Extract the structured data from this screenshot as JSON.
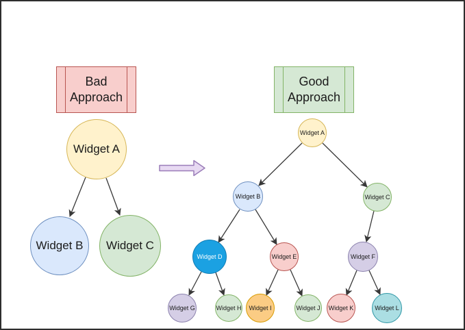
{
  "canvas": {
    "background": "#ffffff",
    "border_color": "#2e2e2e",
    "connector_color": "#383838"
  },
  "transform_arrow": {
    "direction": "right",
    "fill": "#e7d9f2",
    "stroke": "#9a7cb8"
  },
  "bad": {
    "title": "Bad Approach",
    "title_fill": "#f8cecc",
    "title_stroke": "#b85450",
    "nodes": {
      "a": {
        "label": "Widget A",
        "fill": "#fff2cc",
        "stroke": "#d6b656",
        "text": "#1a1a1a"
      },
      "b": {
        "label": "Widget B",
        "fill": "#dae8fc",
        "stroke": "#6c8ebf",
        "text": "#1a1a1a"
      },
      "c": {
        "label": "Widget C",
        "fill": "#d5e8d4",
        "stroke": "#82b366",
        "text": "#1a1a1a"
      }
    },
    "edges": [
      [
        "Widget A",
        "Widget B"
      ],
      [
        "Widget A",
        "Widget C"
      ]
    ]
  },
  "good": {
    "title": "Good Approach",
    "title_fill": "#d5e8d4",
    "title_stroke": "#82b366",
    "nodes": {
      "a": {
        "label": "Widget A",
        "fill": "#fff2cc",
        "stroke": "#d6b656",
        "text": "#1a1a1a"
      },
      "b": {
        "label": "Widget B",
        "fill": "#dae8fc",
        "stroke": "#6c8ebf",
        "text": "#1a1a1a"
      },
      "c": {
        "label": "Widget C",
        "fill": "#d5e8d4",
        "stroke": "#82b366",
        "text": "#1a1a1a"
      },
      "d": {
        "label": "Widget D",
        "fill": "#1ba1e2",
        "stroke": "#0f7cb4",
        "text": "#ffffff"
      },
      "e": {
        "label": "Widget E",
        "fill": "#f8cecc",
        "stroke": "#b85450",
        "text": "#1a1a1a"
      },
      "f": {
        "label": "Widget F",
        "fill": "#d5cee6",
        "stroke": "#8b81ad",
        "text": "#1a1a1a"
      },
      "g": {
        "label": "Widget G",
        "fill": "#d5cee6",
        "stroke": "#8b81ad",
        "text": "#1a1a1a"
      },
      "h": {
        "label": "Widget H",
        "fill": "#d5e8d4",
        "stroke": "#82b366",
        "text": "#1a1a1a"
      },
      "i": {
        "label": "Widget I",
        "fill": "#fbcc84",
        "stroke": "#d79b00",
        "text": "#1a1a1a"
      },
      "j": {
        "label": "Widget J",
        "fill": "#d5e8d4",
        "stroke": "#82b366",
        "text": "#1a1a1a"
      },
      "k": {
        "label": "Widget K",
        "fill": "#f8cecc",
        "stroke": "#b85450",
        "text": "#1a1a1a"
      },
      "l": {
        "label": "Widget L",
        "fill": "#abdee3",
        "stroke": "#2d96a5",
        "text": "#1a1a1a"
      }
    },
    "edges": [
      [
        "Widget A",
        "Widget B"
      ],
      [
        "Widget A",
        "Widget C"
      ],
      [
        "Widget B",
        "Widget D"
      ],
      [
        "Widget B",
        "Widget E"
      ],
      [
        "Widget C",
        "Widget F"
      ],
      [
        "Widget D",
        "Widget G"
      ],
      [
        "Widget D",
        "Widget H"
      ],
      [
        "Widget E",
        "Widget I"
      ],
      [
        "Widget E",
        "Widget J"
      ],
      [
        "Widget F",
        "Widget K"
      ],
      [
        "Widget F",
        "Widget L"
      ]
    ]
  }
}
